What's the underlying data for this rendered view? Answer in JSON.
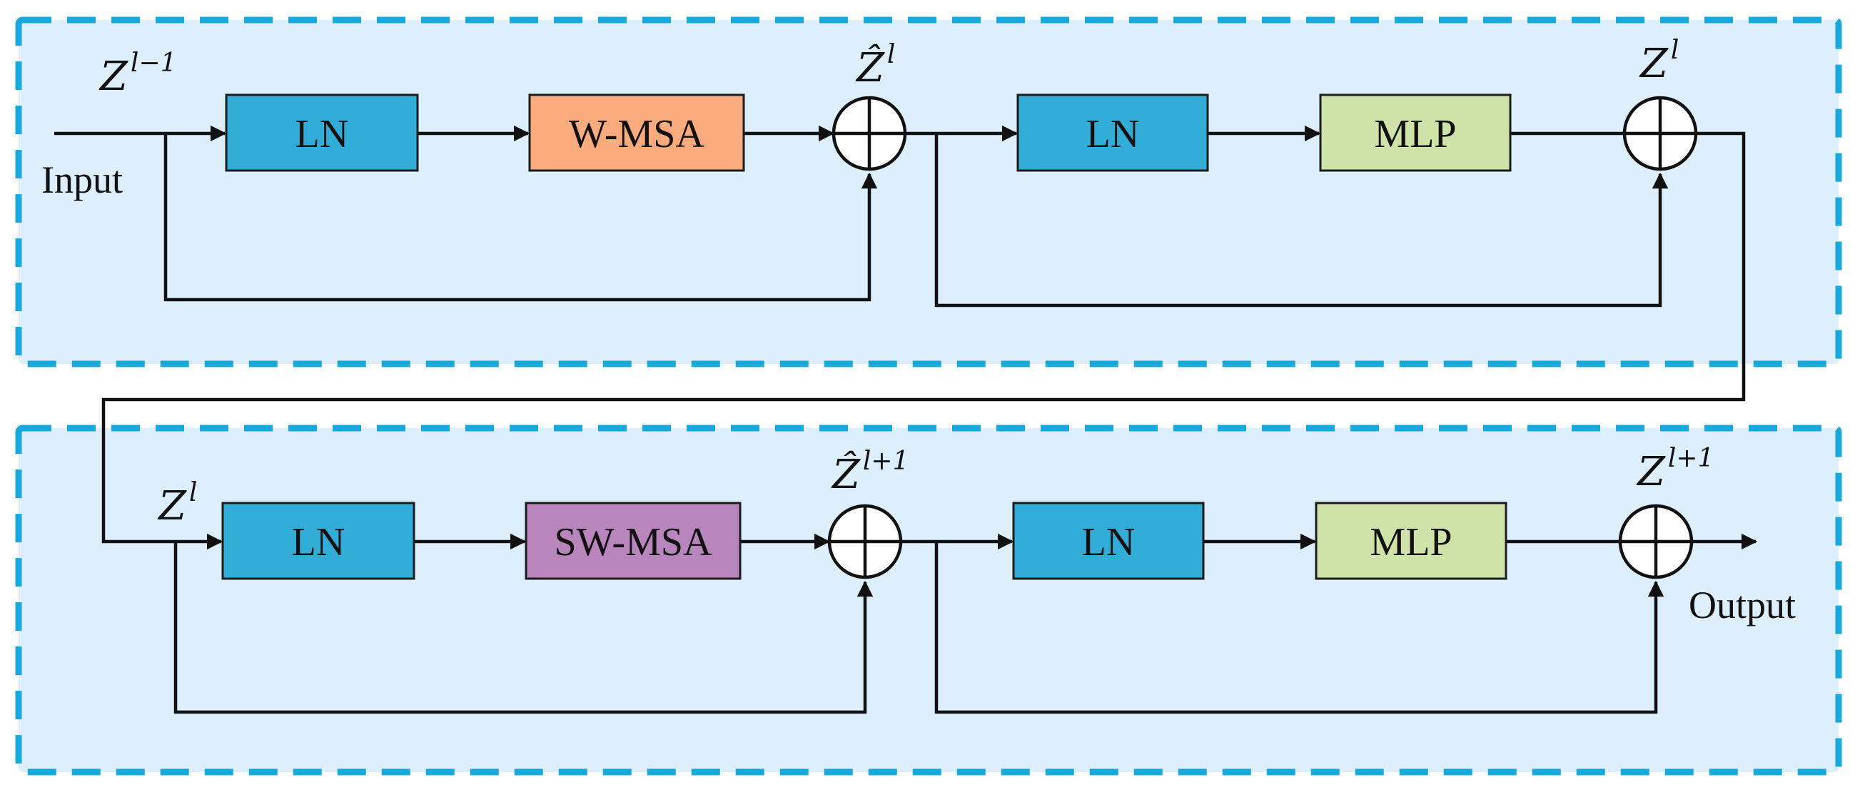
{
  "colors": {
    "stage_background": "#ddeefd",
    "stage_border": "#18a9dc",
    "ln": "#31add8",
    "w_msa": "#f9ab7e",
    "sw_msa": "#b985bd",
    "mlp": "#cfe3a8",
    "wire": "#111111"
  },
  "stages": [
    {
      "input_var": {
        "base": "Z",
        "sup": "l−1"
      },
      "input_text": "Input",
      "blocks": [
        "LN",
        "W-MSA",
        "LN",
        "MLP"
      ],
      "attention_color_key": "w_msa",
      "mid_var": {
        "base": "Ẑ",
        "sup": "l"
      },
      "out_var": {
        "base": "Z",
        "sup": "l"
      },
      "output_text": ""
    },
    {
      "input_var": {
        "base": "Z",
        "sup": "l"
      },
      "input_text": "",
      "blocks": [
        "LN",
        "SW-MSA",
        "LN",
        "MLP"
      ],
      "attention_color_key": "sw_msa",
      "mid_var": {
        "base": "Ẑ",
        "sup": "l+1"
      },
      "out_var": {
        "base": "Z",
        "sup": "l+1"
      },
      "output_text": "Output"
    }
  ],
  "icons": [
    "sum-circle-icon",
    "arrow-head-icon"
  ]
}
